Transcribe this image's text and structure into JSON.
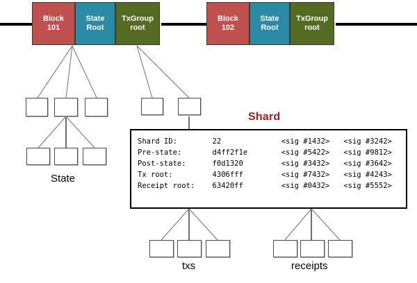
{
  "diagram": {
    "title_shard": "Shard",
    "caption_state": "State",
    "caption_txs": "txs",
    "caption_receipts": "receipts"
  },
  "colors": {
    "block": "#c0504d",
    "state_root": "#2b8aa5",
    "txgroup_root": "#556b22",
    "shard_title": "#9e1b1b",
    "chain_line": "#000000",
    "node_border": "#4a4a4a"
  },
  "blocks": [
    {
      "name": "block-101",
      "segments": [
        {
          "line1": "Block",
          "line2": "101"
        },
        {
          "line1": "State",
          "line2": "Root"
        },
        {
          "line1": "TxGroup",
          "line2": "root"
        }
      ]
    },
    {
      "name": "block-102",
      "segments": [
        {
          "line1": "Block",
          "line2": "102"
        },
        {
          "line1": "State",
          "line2": "Root"
        },
        {
          "line1": "TxGroup",
          "line2": "root"
        }
      ]
    }
  ],
  "shard": {
    "columns": [
      "field",
      "value",
      "signature_1",
      "signature_2"
    ],
    "rows": [
      {
        "label": "Shard ID:",
        "value": "22",
        "sig1": "<sig #1432>",
        "sig2": "<sig #3242>"
      },
      {
        "label": "Pre-state:",
        "value": "d4ff2f1e",
        "sig1": "<sig #5422>",
        "sig2": "<sig #9812>"
      },
      {
        "label": "Post-state:",
        "value": "f0d1320",
        "sig1": "<sig #3432>",
        "sig2": "<sig #3642>"
      },
      {
        "label": "Tx root:",
        "value": "4306fff",
        "sig1": "<sig #7432>",
        "sig2": "<sig #4243>"
      },
      {
        "label": "Receipt root:",
        "value": "63420ff",
        "sig1": "<sig #0432>",
        "sig2": "<sig #5552>"
      }
    ]
  },
  "trees": {
    "state_tree": {
      "level1_count": 3,
      "level2_count": 3
    },
    "txgroup_tree": {
      "level1_count": 2
    },
    "txs": {
      "count": 3
    },
    "receipts": {
      "count": 3
    }
  }
}
